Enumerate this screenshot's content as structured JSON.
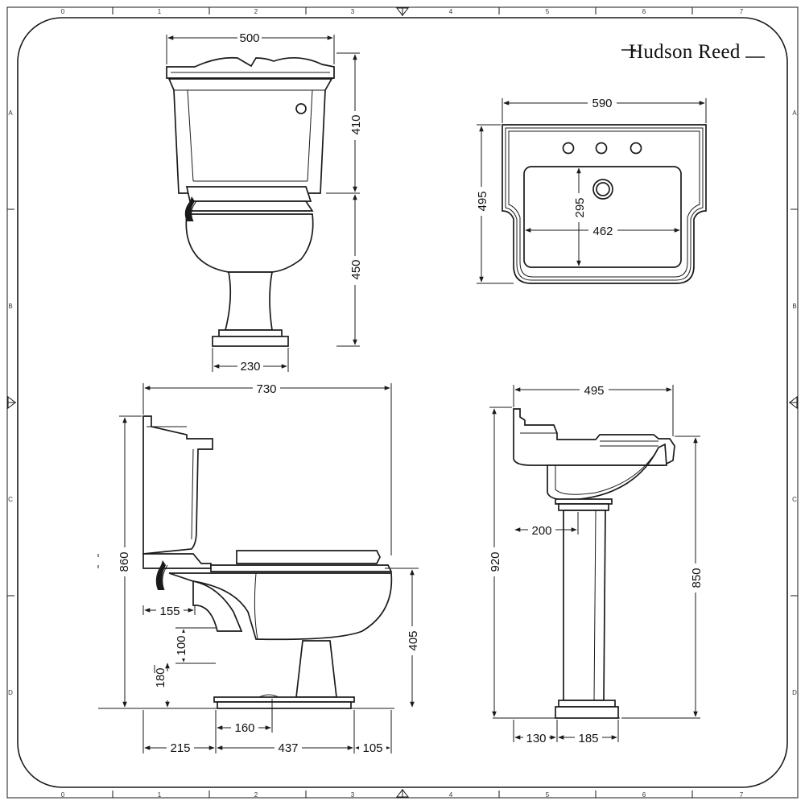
{
  "brand": {
    "name": "Hudson Reed"
  },
  "frame": {
    "column_refs": [
      "0",
      "1",
      "2",
      "3",
      "4",
      "5",
      "6",
      "7"
    ],
    "row_refs": [
      "A",
      "B",
      "C",
      "D"
    ]
  },
  "dimensions": {
    "front_cistern_width": "500",
    "front_cistern_height": "410",
    "front_pan_height": "450",
    "front_base_width": "230",
    "basin_width": "590",
    "basin_depth": "495",
    "basin_bowl_width": "462",
    "basin_bowl_depth": "295",
    "side_overall_length": "730",
    "side_overall_height": "860",
    "side_155": "155",
    "side_100": "100",
    "side_180": "180",
    "side_pan_height": "405",
    "side_160": "160",
    "side_215": "215",
    "side_437": "437",
    "side_105": "105",
    "pedestal_depth": "495",
    "pedestal_200": "200",
    "pedestal_overall_height": "920",
    "pedestal_rim_height": "850",
    "pedestal_130": "130",
    "pedestal_185": "185"
  }
}
